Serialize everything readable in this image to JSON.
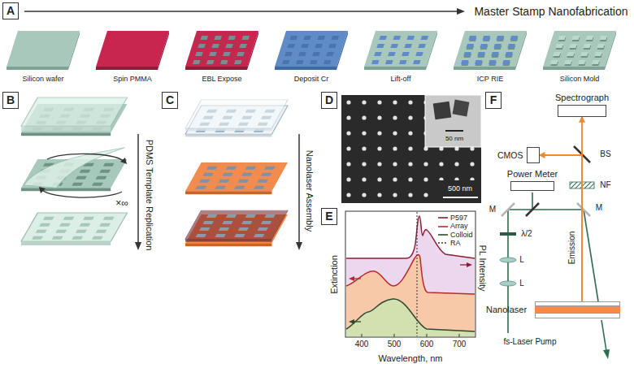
{
  "diagram": {
    "nodes": [
      {
        "text": [
          "A"
        ]
      },
      {
        "text": [
          "B"
        ]
      },
      {
        "text": [
          "C"
        ]
      },
      {
        "text": [
          "D"
        ]
      },
      {
        "text": [
          "E"
        ]
      },
      {
        "text": [
          "F"
        ]
      },
      {
        "text": [
          "Spectrograph"
        ]
      },
      {
        "text": [
          "CMOS"
        ]
      },
      {
        "text": [
          "Power Meter"
        ]
      },
      {
        "text": [
          "Nanolaser"
        ]
      }
    ],
    "edges": [
      {
        "from": 9,
        "to": 6,
        "arrow": "to"
      },
      {
        "from": 9,
        "to": 7,
        "arrow": "to"
      }
    ],
    "labels": [
      "Master Stamp Nanofabrication",
      "Silicon wafer",
      "Spin PMMA",
      "EBL Expose",
      "Deposit Cr",
      "Lift-off",
      "ICP RIE",
      "Silicon Mold",
      "PDMS Template Replication",
      "×∞",
      "Nanolaser Assembly",
      "50 nm",
      "500 nm",
      "Extinction",
      "PL Intensity",
      "400",
      "500",
      "600",
      "700",
      "Wavelength, nm",
      "BS",
      "NF",
      "M",
      "M",
      "λ/2",
      "L",
      "L",
      "fs-Laser Pump",
      "Emission"
    ],
    "legend": [
      {
        "text": "P597"
      },
      {
        "text": "Array"
      },
      {
        "text": "Colloid"
      },
      {
        "text": "RA"
      }
    ]
  }
}
